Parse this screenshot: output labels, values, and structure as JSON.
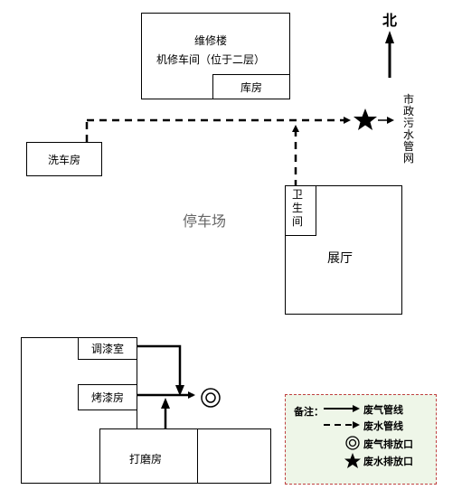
{
  "buildings": {
    "maintenance_title": "维修楼",
    "maintenance_subtitle": "机修车间（位于二层）",
    "warehouse": "库房",
    "car_wash": "洗车房",
    "parking": "停车场",
    "toilet": "卫生间",
    "showroom": "展厅",
    "painting": "调漆室",
    "baking": "烤漆房",
    "grinding": "打磨房"
  },
  "compass": {
    "label": "北"
  },
  "outlet": {
    "label": "市政污水管网"
  },
  "legend": {
    "title": "备注：",
    "items": [
      {
        "symbol": "solid-arrow",
        "label": "废气管线"
      },
      {
        "symbol": "dashed-arrow",
        "label": "废水管线"
      },
      {
        "symbol": "double-circle",
        "label": "废气排放口"
      },
      {
        "symbol": "star",
        "label": "废水排放口"
      }
    ]
  },
  "colors": {
    "legend_border": "#c04040",
    "legend_bg": "#eef6e8"
  }
}
